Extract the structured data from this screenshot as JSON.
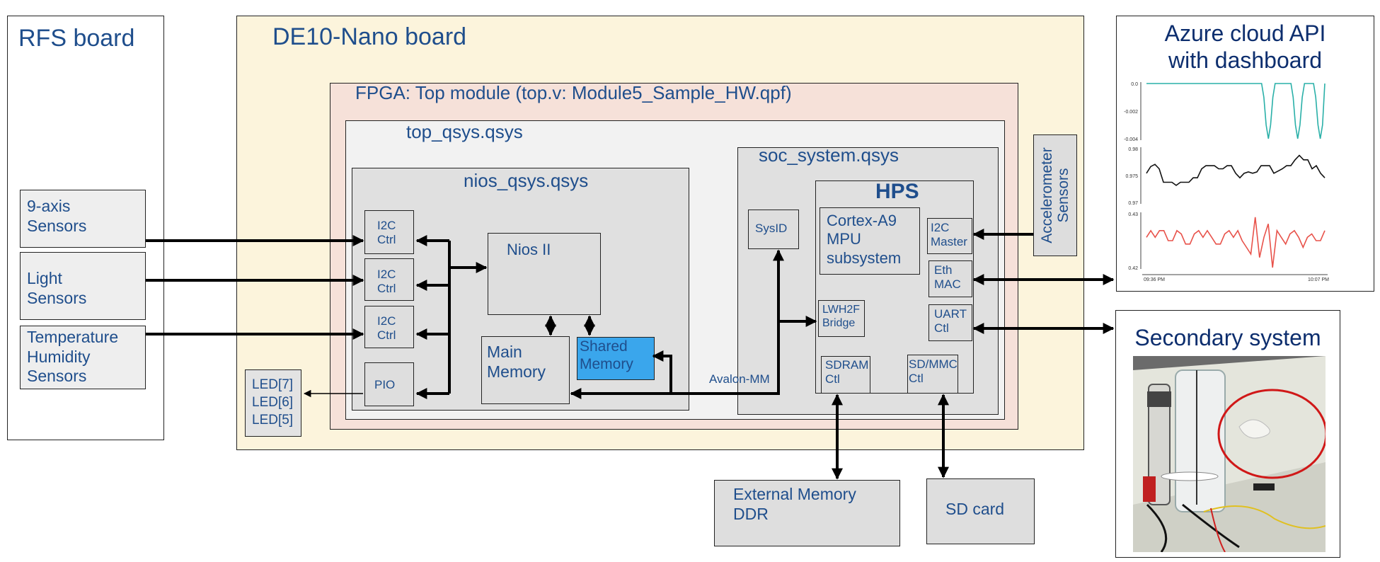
{
  "boards": {
    "rfs": {
      "title": "RFS board"
    },
    "de10": {
      "title": "DE10-Nano board"
    },
    "azure": {
      "title": "Azure cloud API\nwith dashboard"
    },
    "secondary": {
      "title": "Secondary system"
    }
  },
  "sensors": [
    {
      "label": "9-axis\nSensors"
    },
    {
      "label": "Light\nSensors"
    },
    {
      "label": "Temperature\nHumidity\nSensors"
    }
  ],
  "leds": {
    "label": "LED[7]\nLED[6]\nLED[5]"
  },
  "fpga": {
    "title": "FPGA: Top module (top.v: Module5_Sample_HW.qpf)"
  },
  "top_qsys": {
    "title": "top_qsys.qsys"
  },
  "nios_qsys": {
    "title": "nios_qsys.qsys",
    "i2c_blocks": [
      "I2C\nCtrl",
      "I2C\nCtrl",
      "I2C\nCtrl"
    ],
    "pio": "PIO",
    "nios": "Nios II",
    "main_memory": "Main\nMemory",
    "shared_memory": "Shared\nMemory"
  },
  "soc_system": {
    "title": "soc_system.qsys",
    "sysid": "SysID",
    "avalon": "Avalon-MM",
    "hps": {
      "title": "HPS",
      "cortex": "Cortex-A9\nMPU\nsubsystem",
      "i2c_master": "I2C\nMaster",
      "eth_mac": "Eth\nMAC",
      "uart": "UART\nCtl",
      "lwh2f": "LWH2F\nBridge",
      "sdram": "SDRAM\nCtl",
      "sdmmc": "SD/MMC\nCtl"
    }
  },
  "accelerometer": {
    "label": "Accelerometer\nSensors"
  },
  "external": {
    "ddr": "External Memory\nDDR",
    "sd_card": "SD card"
  },
  "dashboard": {
    "charts": [
      {
        "type": "line",
        "color": "#2ab0a8",
        "y_ticks": [
          "0.0",
          "-0.002",
          "-0.004"
        ],
        "ylim": [
          -0.004,
          0
        ],
        "values": [
          0,
          0,
          0,
          0,
          0,
          0,
          0,
          0,
          0,
          0,
          0,
          0,
          0,
          0,
          0,
          0,
          0,
          0,
          0,
          0,
          0,
          0,
          0,
          0,
          0,
          0,
          0,
          0,
          0,
          0,
          0,
          0,
          0,
          0,
          0,
          0,
          0,
          0,
          0,
          0,
          0,
          0,
          0,
          0,
          0,
          0,
          0,
          0,
          0,
          0,
          0,
          0,
          -0.001,
          -0.003,
          -0.004,
          -0.003,
          -0.001,
          0,
          0,
          0,
          0,
          0,
          0,
          0,
          0,
          -0.001,
          -0.003,
          -0.004,
          -0.003,
          -0.001,
          0,
          0,
          0,
          0,
          0,
          -0.001,
          -0.003,
          -0.004,
          -0.003,
          0
        ]
      },
      {
        "type": "line",
        "color": "#111111",
        "y_ticks": [
          "0.98",
          "0.975",
          "0.97"
        ],
        "ylim": [
          0.968,
          0.98
        ],
        "values": [
          0.9745,
          0.976,
          0.9765,
          0.9755,
          0.9725,
          0.9725,
          0.9725,
          0.9718,
          0.9725,
          0.9725,
          0.9725,
          0.9735,
          0.9735,
          0.9755,
          0.9762,
          0.9762,
          0.9762,
          0.9755,
          0.9755,
          0.9762,
          0.9762,
          0.9745,
          0.9735,
          0.9745,
          0.9748,
          0.9745,
          0.9748,
          0.9762,
          0.9762,
          0.9762,
          0.9745,
          0.975,
          0.9755,
          0.9762,
          0.9762,
          0.9775,
          0.9785,
          0.9775,
          0.9775,
          0.9755,
          0.9762,
          0.9745,
          0.9735
        ]
      },
      {
        "type": "line",
        "color": "#e8524a",
        "y_ticks": [
          "0.43",
          "0.42"
        ],
        "ylim": [
          0.4195,
          0.4355
        ],
        "values": [
          0.4285,
          0.4305,
          0.4285,
          0.4305,
          0.4305,
          0.4275,
          0.4275,
          0.4305,
          0.4295,
          0.4265,
          0.4265,
          0.4295,
          0.4305,
          0.4285,
          0.4305,
          0.4285,
          0.4265,
          0.4265,
          0.4295,
          0.4305,
          0.4285,
          0.4305,
          0.4275,
          0.4255,
          0.4235,
          0.4345,
          0.4225,
          0.4285,
          0.4325,
          0.4195,
          0.4305,
          0.4285,
          0.4265,
          0.4295,
          0.4305,
          0.4285,
          0.4255,
          0.4285,
          0.4295,
          0.4275,
          0.4275,
          0.4305
        ]
      }
    ],
    "x_ticks": [
      "09:36 PM",
      "10:07 PM"
    ]
  }
}
